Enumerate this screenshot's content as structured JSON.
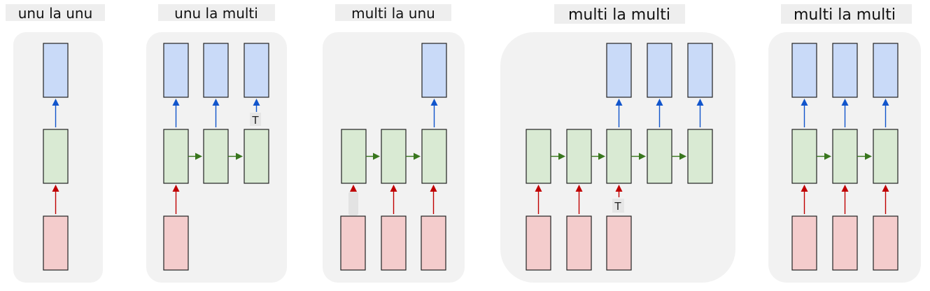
{
  "colors": {
    "input_fill": "#f4cccc",
    "hidden_fill": "#d9ead3",
    "output_fill": "#c9daf8",
    "box_stroke": "#222222",
    "panel_bg": "#f2f2f2",
    "title_bg": "#eeeeee",
    "red_arrow": "#c00000",
    "green_arrow": "#38761d",
    "blue_arrow": "#1155cc"
  },
  "panels": [
    {
      "title": "unu la unu",
      "inputs": [
        0
      ],
      "hidden": [
        0
      ],
      "outputs": [
        0
      ]
    },
    {
      "title": "unu la multi",
      "inputs": [
        0
      ],
      "hidden": [
        0,
        1,
        2
      ],
      "outputs": [
        0,
        1,
        2
      ],
      "mark": "T",
      "mark_column": 2
    },
    {
      "title": "multi la unu",
      "inputs": [
        0,
        1,
        2
      ],
      "hidden": [
        0,
        1,
        2
      ],
      "outputs": [
        2
      ]
    },
    {
      "title": "multi la multi",
      "inputs": [
        0,
        1,
        2
      ],
      "hidden": [
        0,
        1,
        2,
        3,
        4
      ],
      "outputs": [
        2,
        3,
        4
      ],
      "mark": "T",
      "mark_column": 2
    },
    {
      "title": "multi la multi",
      "inputs": [
        0,
        1,
        2
      ],
      "hidden": [
        0,
        1,
        2
      ],
      "outputs": [
        0,
        1,
        2
      ]
    }
  ]
}
